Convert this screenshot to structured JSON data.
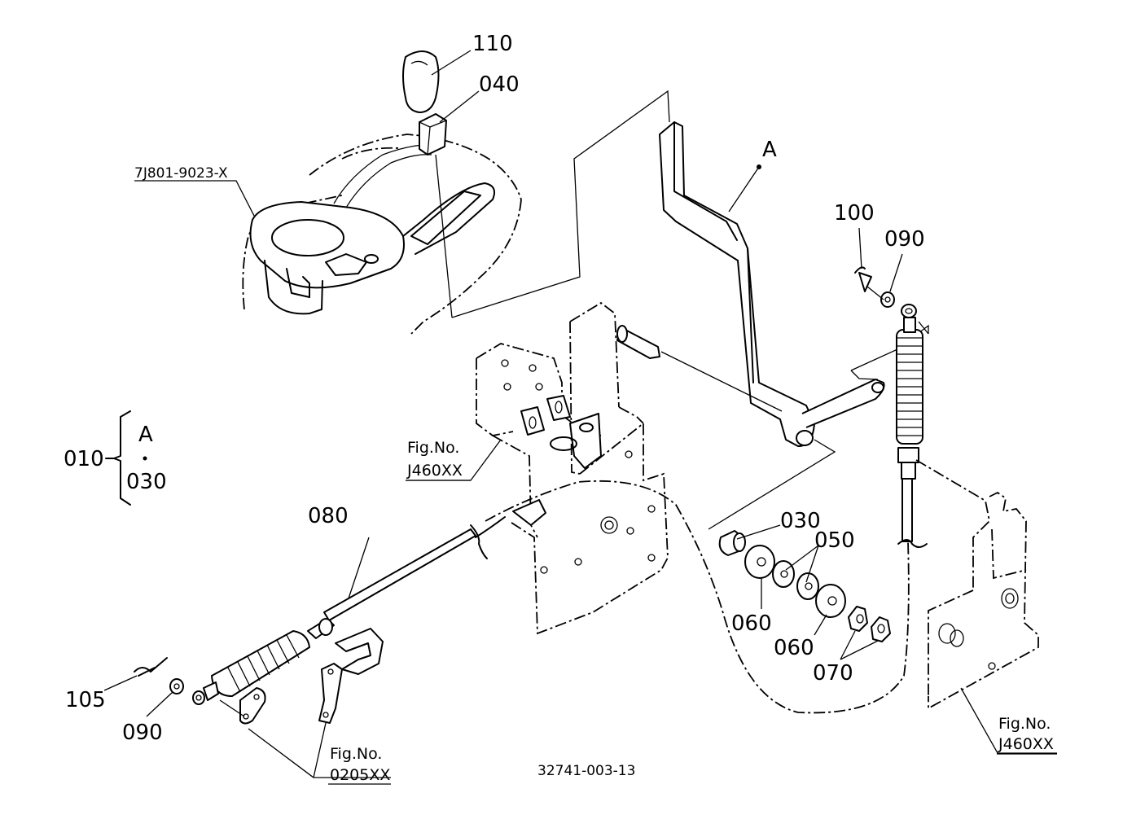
{
  "callouts": {
    "p110": "110",
    "p040": "040",
    "ref_7j801": "7J801-9023-X",
    "letter_a_lever": "A",
    "p100": "100",
    "p090_top": "090",
    "p010": "010",
    "group_a": "A",
    "group_030": "030",
    "fig_label_1": "Fig.No.",
    "fig_j460_1": "J460XX",
    "p080": "080",
    "p030": "030",
    "p050": "050",
    "p060_a": "060",
    "p060_b": "060",
    "p070": "070",
    "p105": "105",
    "p090_bottom": "090",
    "fig_label_2": "Fig.No.",
    "fig_0205": "0205XX",
    "fig_label_3": "Fig.No.",
    "fig_j460_2": "J460XX",
    "drawing_number": "32741-003-13"
  }
}
